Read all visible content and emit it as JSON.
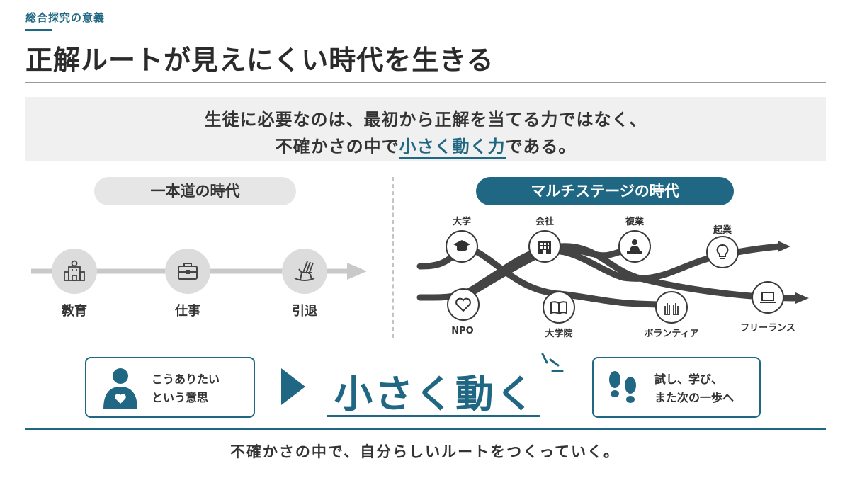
{
  "header": {
    "eyebrow": "総合探究の意義",
    "title": "正解ルートが見えにくい時代を生きる"
  },
  "message": {
    "line1": "生徒に必要なのは、最初から正解を当てる力ではなく、",
    "line2_before": "不確かさの中で",
    "line2_highlight": "小さく動く力",
    "line2_after": "である。"
  },
  "left_panel": {
    "title": "一本道の時代",
    "stages": [
      {
        "label": "教育",
        "icon": "school-icon"
      },
      {
        "label": "仕事",
        "icon": "briefcase-icon"
      },
      {
        "label": "引退",
        "icon": "rocking-chair-icon"
      }
    ]
  },
  "right_panel": {
    "title": "マルチステージの時代",
    "nodes": [
      {
        "label": "大学",
        "icon": "graduation-cap-icon"
      },
      {
        "label": "会社",
        "icon": "building-icon"
      },
      {
        "label": "複業",
        "icon": "person-desk-icon"
      },
      {
        "label": "起業",
        "icon": "lightbulb-icon"
      },
      {
        "label": "NPO",
        "icon": "heart-icon"
      },
      {
        "label": "大学院",
        "icon": "book-icon"
      },
      {
        "label": "ボランティア",
        "icon": "hands-icon"
      },
      {
        "label": "フリーランス",
        "icon": "laptop-icon"
      }
    ]
  },
  "action": {
    "left_card": {
      "line1": "こうありたい",
      "line2": "という意思",
      "icon": "person-heart-icon"
    },
    "big_word": "小さく動く",
    "right_card": {
      "line1": "試し、学び、",
      "line2": "また次の一歩へ",
      "icon": "footprints-icon"
    }
  },
  "footer": {
    "text": "不確かさの中で、自分らしいルートをつくっていく。"
  },
  "colors": {
    "accent": "#1f6783",
    "text": "#2b2b2b",
    "box_bg": "#f0f0f0",
    "route": "#444444"
  }
}
